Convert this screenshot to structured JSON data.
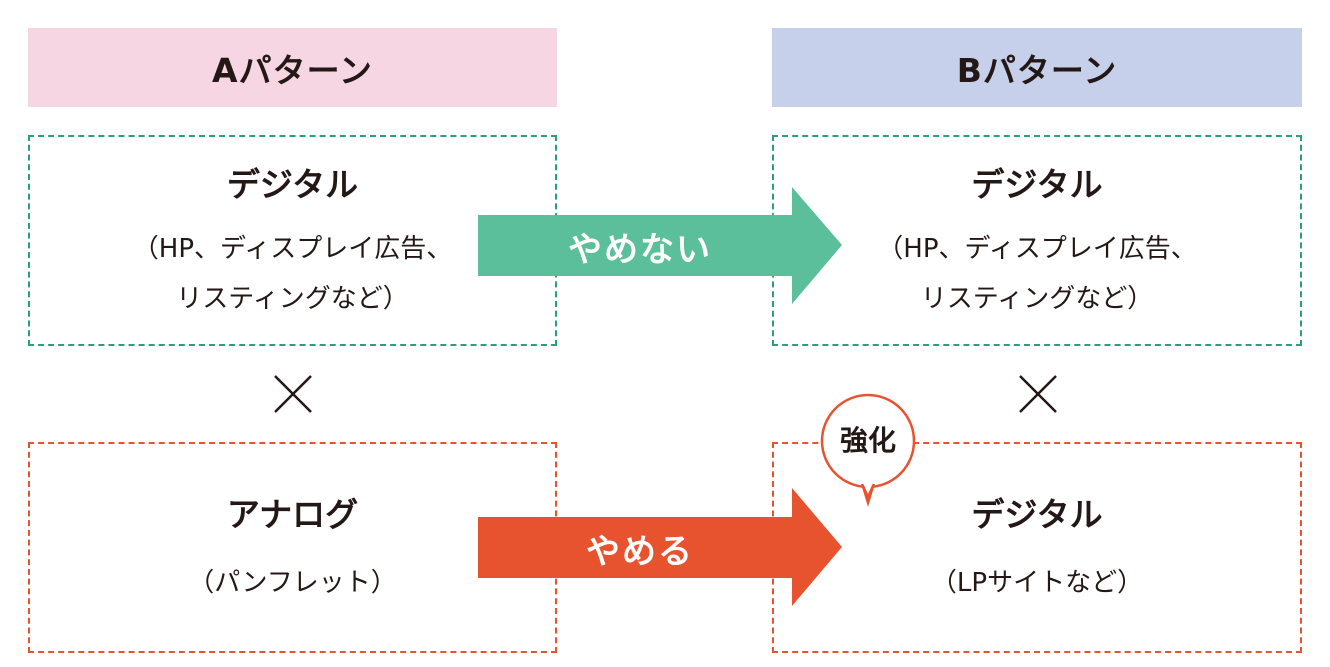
{
  "pattern_a": {
    "header": "Aパターン",
    "digital": {
      "title": "デジタル",
      "line1": "（HP、ディスプレイ広告、",
      "line2": "リスティングなど）"
    },
    "analog": {
      "title": "アナログ",
      "line1": "（パンフレット）"
    }
  },
  "pattern_b": {
    "header": "Bパターン",
    "digital": {
      "title": "デジタル",
      "line1": "（HP、ディスプレイ広告、",
      "line2": "リスティングなど）"
    },
    "digital2": {
      "title": "デジタル",
      "line1": "（LPサイトなど）"
    }
  },
  "arrows": {
    "keep": {
      "label": "やめない",
      "color": "#5bbf9c"
    },
    "stop": {
      "label": "やめる",
      "color": "#e8532f"
    }
  },
  "badge": {
    "label": "強化",
    "color": "#e8532f"
  },
  "colors": {
    "header_a_bg": "#f7d6e3",
    "header_b_bg": "#c6d0ea",
    "digital_border": "#2a9e7e",
    "analog_border": "#e8532f"
  },
  "icons": [
    "times-icon",
    "arrow-right-icon",
    "speech-bubble-icon"
  ]
}
